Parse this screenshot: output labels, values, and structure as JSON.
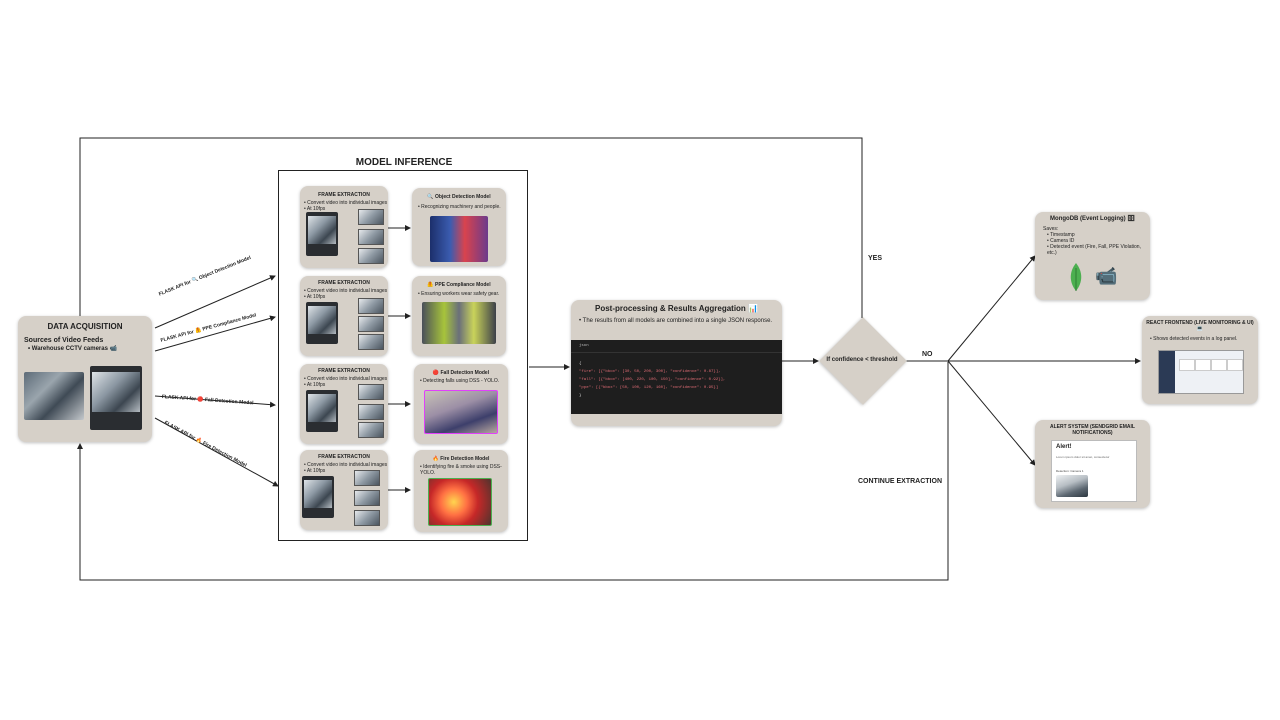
{
  "colors": {
    "card_bg": "#d6d0c8",
    "line": "#222222",
    "code_bg": "#1e1e1e",
    "code_key": "#e06c75",
    "code_num": "#d19a66",
    "mongo_green": "#4caf50"
  },
  "data_acquisition": {
    "title": "DATA ACQUISITION",
    "subtitle": "Sources of Video Feeds",
    "bullet": "Warehouse CCTV cameras",
    "icon": "cctv-camera-icon"
  },
  "edges": {
    "flask_object": "FLASK API for 🔍 Object Detection Model",
    "flask_ppe": "FLASK API for 🦺 PPE Compliance Model",
    "flask_fall": "FLASK API for 🔴 Fall Detection Model",
    "flask_fire": "FLASK API for 🔥 Fire Detection Model",
    "yes": "YES",
    "no": "NO",
    "continue": "CONTINUE EXTRACTION"
  },
  "model_inference": {
    "title": "MODEL INFERENCE",
    "rows": [
      {
        "frame_title": "FRAME EXTRACTION",
        "frame_b1": "Convert video into individual images",
        "frame_b2": "At 10fps",
        "model_title": "🔍 Object Detection Model",
        "model_desc": "Recognizing machinery and people."
      },
      {
        "frame_title": "FRAME EXTRACTION",
        "frame_b1": "Convert video into individual images",
        "frame_b2": "At 10fps",
        "model_title": "🦺 PPE Compliance Model",
        "model_desc": "Ensuring workers wear safety gear."
      },
      {
        "frame_title": "FRAME EXTRACTION",
        "frame_b1": "Convert video into individual images",
        "frame_b2": "At 10fps",
        "model_title": "🔴 Fall Detection Model",
        "model_desc": "Detecting falls using DSS - YOLO."
      },
      {
        "frame_title": "FRAME EXTRACTION",
        "frame_b1": "Convert video into individual images",
        "frame_b2": "At 10fps",
        "model_title": "🔥 Fire Detection Model",
        "model_desc": "Identifying fire & smoke using DSS-YOLO."
      }
    ]
  },
  "postprocessing": {
    "title": "Post-processing & Results Aggregation 📊",
    "desc": "The results from all models are combined into a single JSON response.",
    "code_lang": "json",
    "code_lines": [
      "{",
      "  \"fire\": [{\"bbox\": [30, 50, 200, 300], \"confidence\": 0.87}],",
      "  \"fall\": [{\"bbox\": [400, 220, 100, 150], \"confidence\": 0.92}],",
      "  \"ppe\": [{\"bbox\": [50, 100, 120, 160], \"confidence\": 0.95}]",
      "}"
    ]
  },
  "decision": {
    "label": "If confidence < threshold"
  },
  "mongodb": {
    "title": "MongoDB (Event Logging) 🗄",
    "saves": "Saves:",
    "items": [
      "Timestamp",
      "Camera ID",
      "Detected event (Fire, Fall, PPE Violation, etc.)"
    ],
    "icon1": "mongodb-leaf-icon",
    "icon2": "cctv-camera-icon"
  },
  "react": {
    "title": "REACT FRONTEND (LIVE MONITORING & UI) 💻",
    "desc": "Shows detected events in a log panel."
  },
  "alert": {
    "title": "ALERT SYSTEM (SENDGRID EMAIL NOTIFICATIONS)",
    "email_title": "Alert!",
    "email_body": "Lorem ipsum dolor sit amet, consectetur",
    "email_meta": "Detection: Camera 1"
  }
}
